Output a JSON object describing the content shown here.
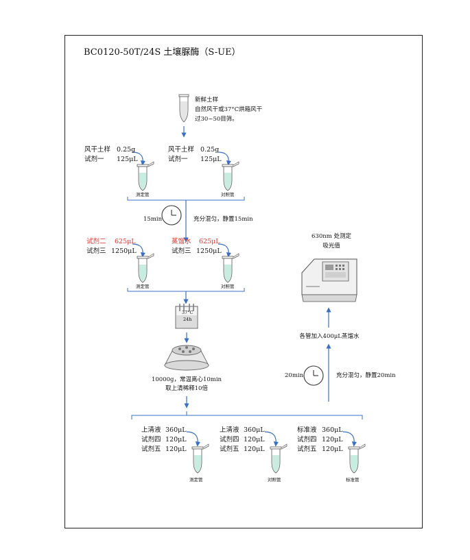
{
  "title": "BC0120-50T/24S 土壤脲酶（S-UE）",
  "sample": {
    "line1": "新鲜土样",
    "line2": "自然风干或37°C烘箱风干",
    "line3": "过30~50目筛。"
  },
  "step1": {
    "left": {
      "r1_name": "风干土样",
      "r1_val": "0.25g",
      "r2_name": "试剂一",
      "r2_val": "125μL",
      "tube": "测定管"
    },
    "right": {
      "r1_name": "风干土样",
      "r1_val": "0.25g",
      "r2_name": "试剂一",
      "r2_val": "125μL",
      "tube": "对照管"
    }
  },
  "wait1": {
    "time": "15min",
    "text": "充分混匀，静置15min"
  },
  "step2": {
    "left": {
      "r1_name": "试剂二",
      "r1_val": "625μL",
      "r2_name": "试剂三",
      "r2_val": "1250μL",
      "tube": "测定管"
    },
    "right": {
      "r1_name": "蒸馏水",
      "r1_val": "625μL",
      "r2_name": "试剂三",
      "r2_val": "1250μL",
      "tube": "对照管"
    }
  },
  "bath": {
    "temp": "37°C",
    "time": "24h"
  },
  "centrifuge": {
    "line1": "10000g，常温离心10min",
    "line2": "取上清稀释10倍"
  },
  "step3": [
    {
      "rows": [
        [
          "上清液",
          "360μL"
        ],
        [
          "试剂四",
          "120μL"
        ],
        [
          "试剂五",
          "120μL"
        ]
      ],
      "tube": "测定管"
    },
    {
      "rows": [
        [
          "上清液",
          "360μL"
        ],
        [
          "试剂四",
          "120μL"
        ],
        [
          "试剂五",
          "120μL"
        ]
      ],
      "tube": "对照管"
    },
    {
      "rows": [
        [
          "标准液",
          "360μL"
        ],
        [
          "试剂四",
          "120μL"
        ],
        [
          "试剂五",
          "120μL"
        ]
      ],
      "tube": "标准管"
    }
  ],
  "wait2": {
    "time": "20min",
    "text": "充分混匀，静置20min"
  },
  "add_water": "各管加入400μL蒸馏水",
  "measure": {
    "line1": "630nm 处测定",
    "line2": "吸光值"
  },
  "colors": {
    "arrow": "#3a6fc4",
    "liquid": "#c9ece0",
    "red": "#e0302a",
    "frame": "#222222"
  }
}
